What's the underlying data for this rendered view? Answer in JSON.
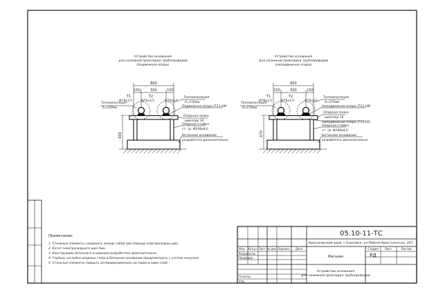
{
  "drawing_left": {
    "title": [
      "Устройство основания",
      "для наземной прокладки трубопроводов",
      "(подвижная опора)"
    ],
    "dim_total": "800",
    "dim_middle": "500",
    "dim_left": "150",
    "dim_right": "150",
    "pipe_t1": "T1",
    "pipe_t2": "T2",
    "pipe_t1_spec": "Ф76х3.5",
    "pipe_t2_spec": "Ф76х3.5",
    "pipe_right_spec": "Ф76х3.5",
    "left_insul_title": "Теплоизоляция",
    "left_insul_thickness": "δ=150мм",
    "right_insul_title": "Теплоизоляция",
    "right_insul_thickness": "δ=150мм",
    "support_label": "Подвижная опора (Т13.04)",
    "shelf_label": "Опорная полка",
    "shelf_spec": "швеллер 16",
    "post_label": "Опорная стойка",
    "post_spec": "ст. тр. Ф108х4.0",
    "height_dim": "600",
    "base_label": "Бетонное основание",
    "base_note": "разработать дополнительно"
  },
  "drawing_right": {
    "title": [
      "Устройство основания",
      "для наземной прокладки трубопроводов",
      "(неподвижная опора)"
    ],
    "dim_total": "800",
    "dim_middle": "500",
    "dim_left": "150",
    "dim_right": "150",
    "pipe_t1": "T1",
    "pipe_t2": "T2",
    "pipe_t1_spec": "Ф76х3.5",
    "pipe_t2_spec": "Ф76х3.5",
    "pipe_right_spec": "Ф76х3.5",
    "left_insul_title": "Теплоизоляция",
    "left_insul_thickness": "δ=150мм",
    "right_insul_title": "Теплоизоляция",
    "right_insul_thickness": "δ=150мм",
    "support_label": "Неподвижная опора (Т13.04)",
    "shelf_label": "Опорная полка",
    "shelf_spec": "швеллер 16",
    "support2_label": "Неподвижная опора (Т13.05)",
    "post_label": "Опорная стойка",
    "post_spec": "ст. тр. Ф108х4.0",
    "height_dim": "670",
    "base_label": "Бетонное основание",
    "base_note": "разработать дополнительно"
  },
  "notes": {
    "title": "Примечание:",
    "items": [
      "1. Стальные элементы соединить между собой при помощи электросварки шва.",
      "2. Катет электросварного шва 5мм.",
      "3. Конструкцию бетонного основания разработать дополнительно.",
      "4. Глубину заглубки опорных стоек в бетонное основание предусмотреть с учетом нагрузки.",
      "5. Стальные элементы покрыть антикоррозионным составом в один слой."
    ]
  },
  "title_block": {
    "code": "05.10-11-ТС",
    "address": "Красноярский край, г.Енисейск, ул.Рабоче-Крестьянская, 197.",
    "col_headers": [
      "Изм.",
      "Кол.уч",
      "Лист",
      "№ док.",
      "Подпись",
      "Дата"
    ],
    "role_developed": "Разработал",
    "role_checked": "Проверил",
    "role_nkontr": "Н.контр.",
    "role_approved": "Утв.",
    "object_name": "Магазин",
    "stage_header": "Стадия",
    "sheet_header": "Лист",
    "sheets_header": "Листов",
    "stage_value": "РД",
    "sheet_title": [
      "Устройство основания",
      "для наземной прокладки трубопроводов"
    ]
  }
}
